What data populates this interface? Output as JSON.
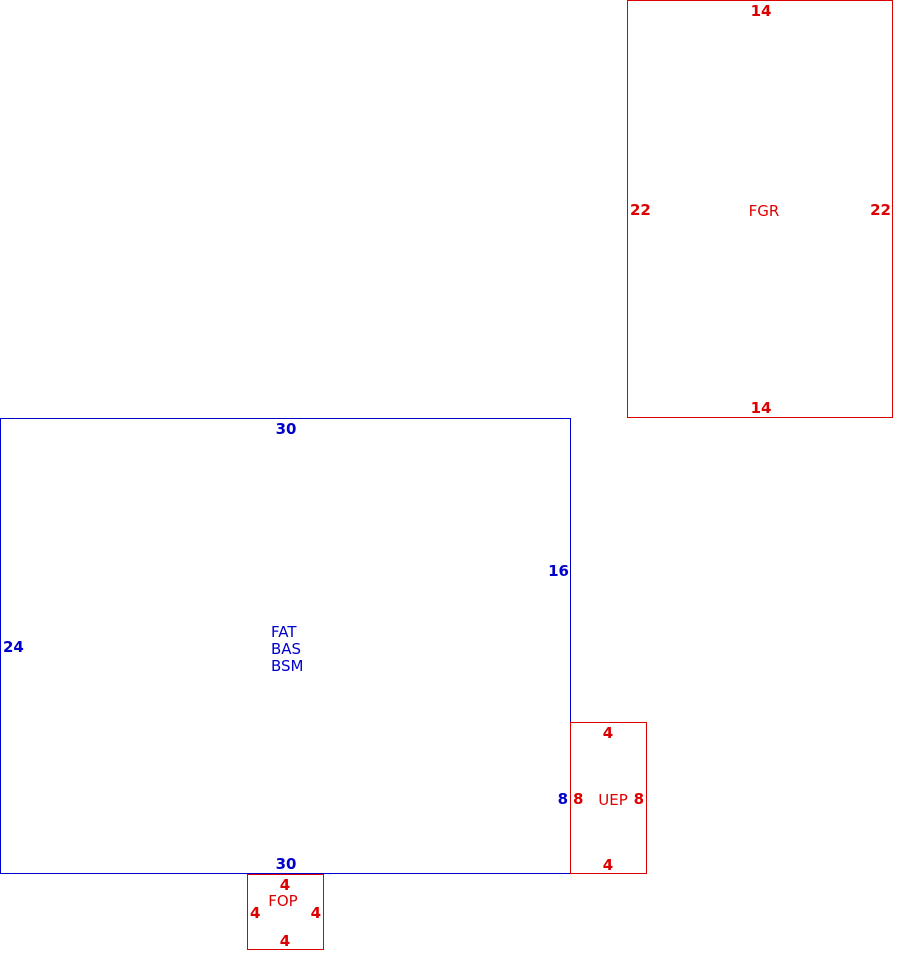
{
  "colors": {
    "main": "#0000cc",
    "addition": "#dd0000"
  },
  "areas": [
    {
      "id": "main-building",
      "color": "main",
      "codes": [
        "FAT",
        "BAS",
        "BSM"
      ],
      "dims": {
        "top": "30",
        "bottom": "30",
        "left": "24",
        "right_upper": "16",
        "right_lower": "8"
      }
    },
    {
      "id": "fgr",
      "color": "addition",
      "codes": [
        "FGR"
      ],
      "dims": {
        "top": "14",
        "bottom": "14",
        "left": "22",
        "right": "22"
      }
    },
    {
      "id": "uep",
      "color": "addition",
      "codes": [
        "UEP"
      ],
      "dims": {
        "top": "4",
        "bottom": "4",
        "left": "8",
        "right": "8"
      }
    },
    {
      "id": "fop",
      "color": "addition",
      "codes": [
        "FOP"
      ],
      "dims": {
        "top": "4",
        "bottom": "4",
        "left": "4",
        "right": "4"
      }
    }
  ]
}
